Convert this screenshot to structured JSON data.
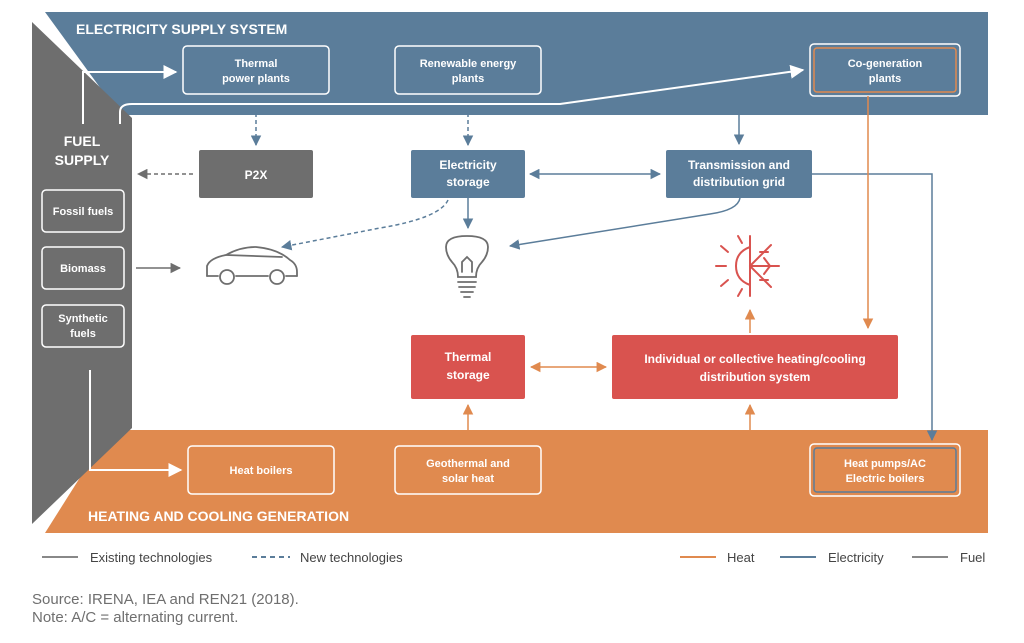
{
  "sections": {
    "electricity_title": "ELECTRICITY SUPPLY SYSTEM",
    "heating_title": "HEATING AND COOLING GENERATION",
    "fuel_title_line1": "FUEL",
    "fuel_title_line2": "SUPPLY"
  },
  "fuel_boxes": {
    "fossil": "Fossil fuels",
    "biomass": "Biomass",
    "synthetic_line1": "Synthetic",
    "synthetic_line2": "fuels"
  },
  "electricity_boxes": {
    "thermal_line1": "Thermal",
    "thermal_line2": "power plants",
    "renewable_line1": "Renewable energy",
    "renewable_line2": "plants",
    "cogen_line1": "Co-generation",
    "cogen_line2": "plants"
  },
  "middle_boxes": {
    "p2x": "P2X",
    "elec_storage_line1": "Electricity",
    "elec_storage_line2": "storage",
    "grid_line1": "Transmission and",
    "grid_line2": "distribution grid",
    "thermal_storage_line1": "Thermal",
    "thermal_storage_line2": "storage",
    "hc_system_line1": "Individual or collective heating/cooling",
    "hc_system_line2": "distribution system"
  },
  "heating_boxes": {
    "heat_boilers": "Heat boilers",
    "geo_line1": "Geothermal and",
    "geo_line2": "solar heat",
    "hp_line1": "Heat pumps/AC",
    "hp_line2": "Electric boilers"
  },
  "icons": [
    "car-icon",
    "light-bulb-icon",
    "heat-cold-icon"
  ],
  "legend": {
    "existing": "Existing technologies",
    "new": "New technologies",
    "heat": "Heat",
    "electricity": "Electricity",
    "fuel": "Fuel"
  },
  "footer": {
    "source": "Source: IRENA, IEA and REN21 (2018).",
    "note": "Note: A/C = alternating current."
  },
  "colors": {
    "electricity": "#5b7d9a",
    "heat": "#e08a4f",
    "fuel": "#6e6e6e",
    "thermal_red": "#d9534f"
  }
}
